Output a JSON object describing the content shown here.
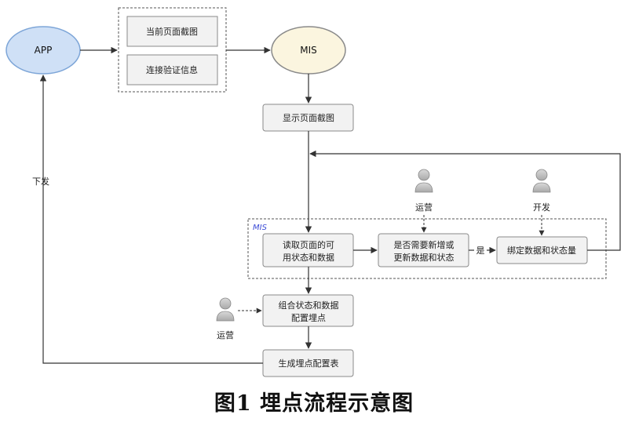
{
  "nodes": {
    "app": "APP",
    "mis_top": "MIS",
    "screenshot": "当前页面截图",
    "auth_info": "连接验证信息",
    "show_screenshot": "显示页面截图",
    "read_state_1": "读取页面的可",
    "read_state_2": "用状态和数据",
    "need_new_1": "是否需要新增或",
    "need_new_2": "更新数据和状态",
    "bind_state": "绑定数据和状态量",
    "combine_1": "组合状态和数据",
    "combine_2": "配置埋点",
    "generate": "生成埋点配置表"
  },
  "labels": {
    "mis_group": "MIS",
    "dispatch": "下发",
    "ops_top": "运营",
    "dev_top": "开发",
    "ops_bottom": "运营",
    "yes": "是"
  },
  "caption": "图1   埋点流程示意图",
  "icons": {
    "person": "person-icon"
  },
  "colors": {
    "app_fill": "#cfe0f6",
    "app_stroke": "#7ea6d8",
    "mis_fill": "#fbf5df",
    "mis_stroke": "#8a8a8a",
    "box_fill": "#f2f2f2",
    "box_stroke": "#8a8a8a",
    "line": "#333333",
    "group_label": "#3a4ad6"
  }
}
